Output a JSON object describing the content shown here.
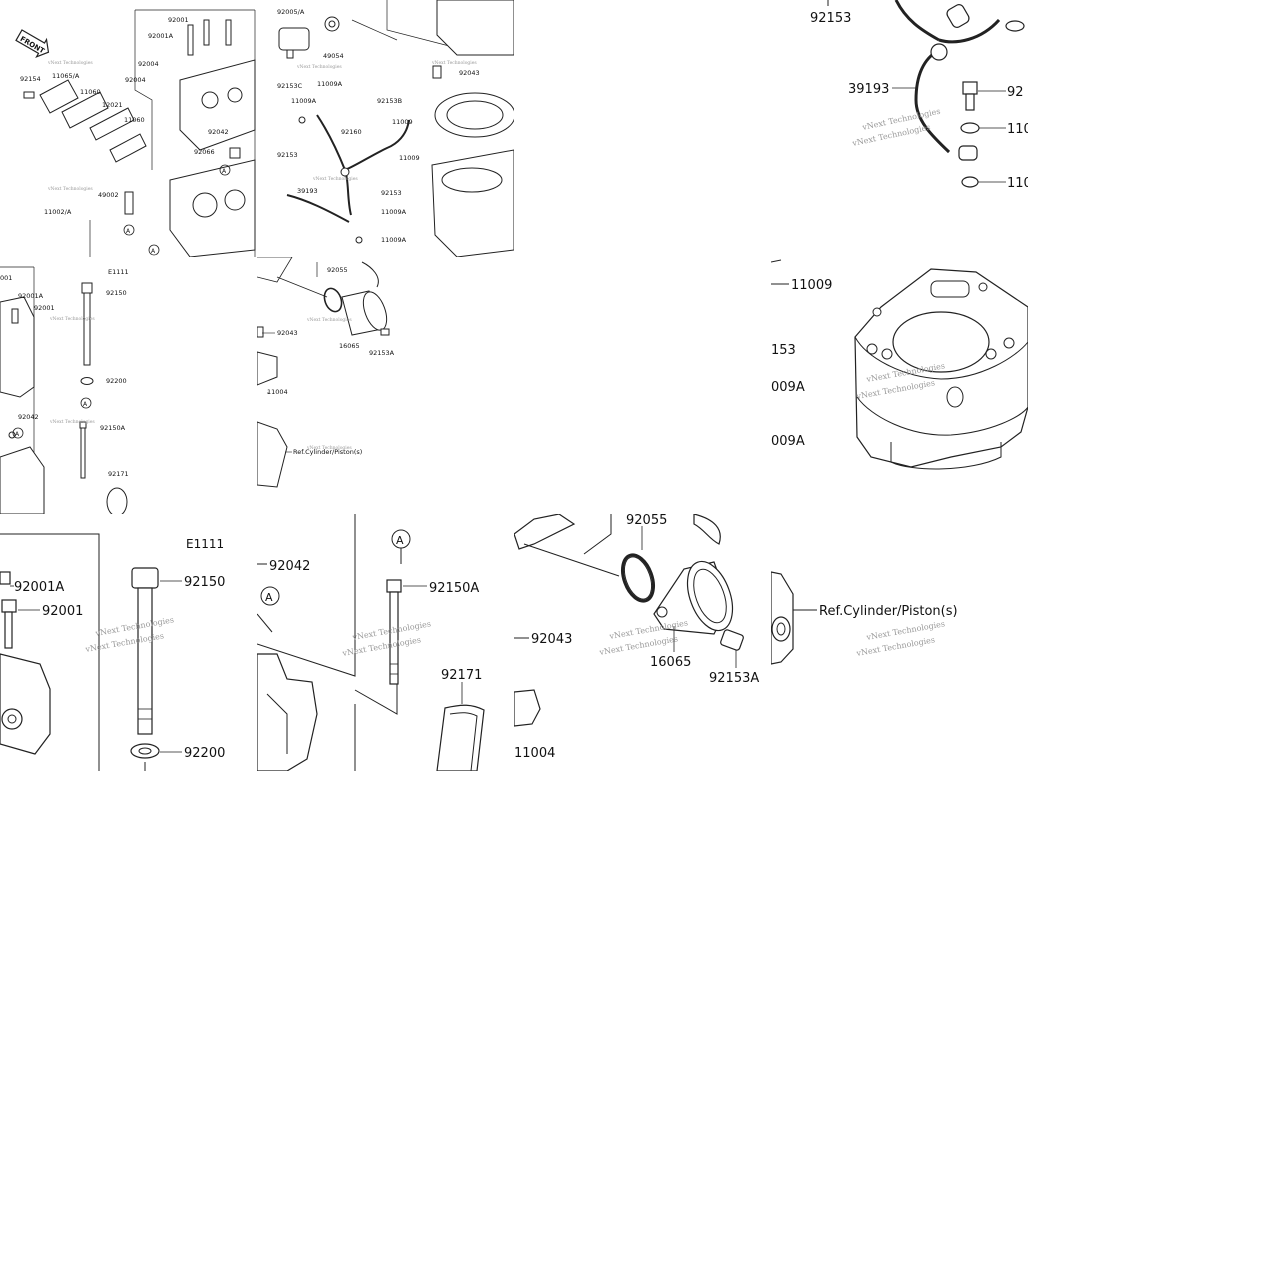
{
  "watermark": "vNext Technologies",
  "front_badge": "FRONT",
  "callout_a": "A",
  "overview": {
    "labels": [
      "92001",
      "92001A",
      "92004",
      "92004",
      "92154",
      "11065/A",
      "11060",
      "12021",
      "11060",
      "92042",
      "92066",
      "49002",
      "11002/A",
      "92005/A",
      "49054",
      "92153C",
      "11009A",
      "11009A",
      "92153B",
      "92160",
      "11009",
      "11009",
      "92153",
      "39193",
      "92153",
      "11009A",
      "11009A",
      "92043"
    ]
  },
  "mid_left": {
    "labels": [
      "E1111",
      "92150",
      "92001A",
      "92001",
      "92200",
      "92042",
      "92150A",
      "92171"
    ],
    "partial": [
      "001"
    ]
  },
  "mid_center": {
    "labels": [
      "92055",
      "92043",
      "16065",
      "92153A",
      "11004"
    ],
    "ref": "Ref.Cylinder/Piston(s)"
  },
  "top_right": {
    "labels": [
      "92153",
      "39193"
    ],
    "partial": [
      "92",
      "110",
      "110"
    ]
  },
  "mid_right": {
    "labels": [
      "11009"
    ],
    "partial": [
      "153",
      "009A",
      "009A"
    ]
  },
  "bottom_tiles": {
    "t1": {
      "labels": [
        "92001A",
        "92001"
      ]
    },
    "t2": {
      "labels": [
        "E1111",
        "92150",
        "92200"
      ]
    },
    "t3": {
      "labels": [
        "92042",
        "92150A",
        "92171"
      ]
    },
    "t4": {
      "labels": [
        "92055",
        "92043",
        "16065",
        "92153A",
        "11004"
      ]
    },
    "t5": {
      "ref": "Ref.Cylinder/Piston(s)"
    }
  }
}
